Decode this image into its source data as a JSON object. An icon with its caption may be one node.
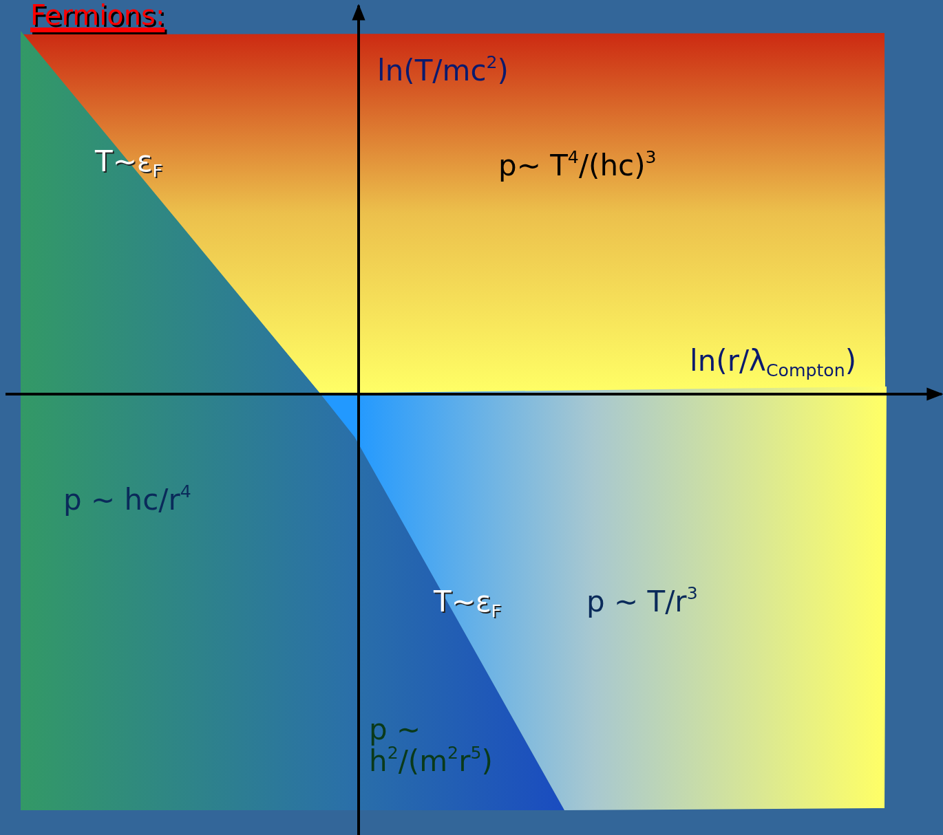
{
  "diagram": {
    "title": "Fermions:",
    "labels": [
      "ln(T/mc$^{2}$)",
      "T∼ε$_{F}$",
      "p∼ T$^{4}$/(hc)$^{3}$",
      "ln(r/λ$_{Compton}$)",
      "p ∼ hc/r$^{4}$",
      "T∼ε$_{F}$",
      "p ∼ T/r$^{3}$",
      "p ∼ h$^{2}$/(m$^{2}$r$^{5}$)"
    ]
  }
}
